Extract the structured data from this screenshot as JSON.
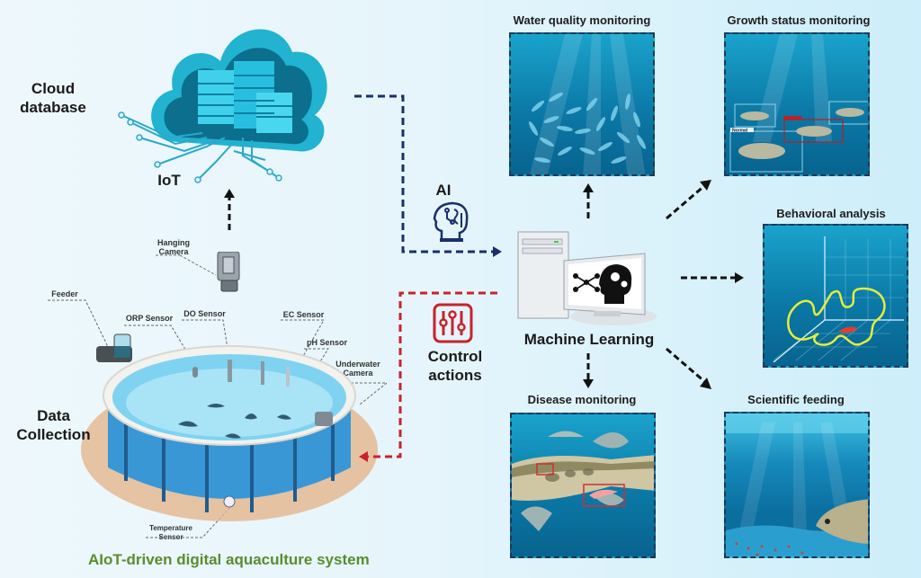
{
  "title": "AIoT-driven digital aquaculture system",
  "left": {
    "cloud_label": "Cloud\ndatabase",
    "cloud_label_line1": "Cloud",
    "cloud_label_line2": "database",
    "iot_label": "IoT",
    "data_collection_line1": "Data",
    "data_collection_line2": "Collection",
    "devices": {
      "hanging_camera_line1": "Hanging",
      "hanging_camera_line2": "Camera",
      "feeder": "Feeder",
      "orp_sensor": "ORP Sensor",
      "do_sensor": "DO Sensor",
      "ec_sensor": "EC Sensor",
      "ph_sensor": "pH Sensor",
      "underwater_camera_line1": "Underwater",
      "underwater_camera_line2": "Camera",
      "temperature_sensor_line1": "Temperature",
      "temperature_sensor_line2": "Sensor"
    }
  },
  "middle": {
    "ai_label": "AI",
    "control_line1": "Control",
    "control_line2": "actions",
    "ml_label": "Machine Learning"
  },
  "panels": {
    "water_quality": "Water quality monitoring",
    "growth_status": "Growth status monitoring",
    "behavioral": "Behavioral analysis",
    "disease": "Disease monitoring",
    "feeding": "Scientific feeding",
    "growth_box_label": "Normal"
  },
  "colors": {
    "ai_arrow": "#1b2f6b",
    "control_arrow": "#c8232c",
    "ml_arrows": "#111111",
    "footer_text": "#5b8c2e",
    "trajectory": "#e4ee3a"
  }
}
